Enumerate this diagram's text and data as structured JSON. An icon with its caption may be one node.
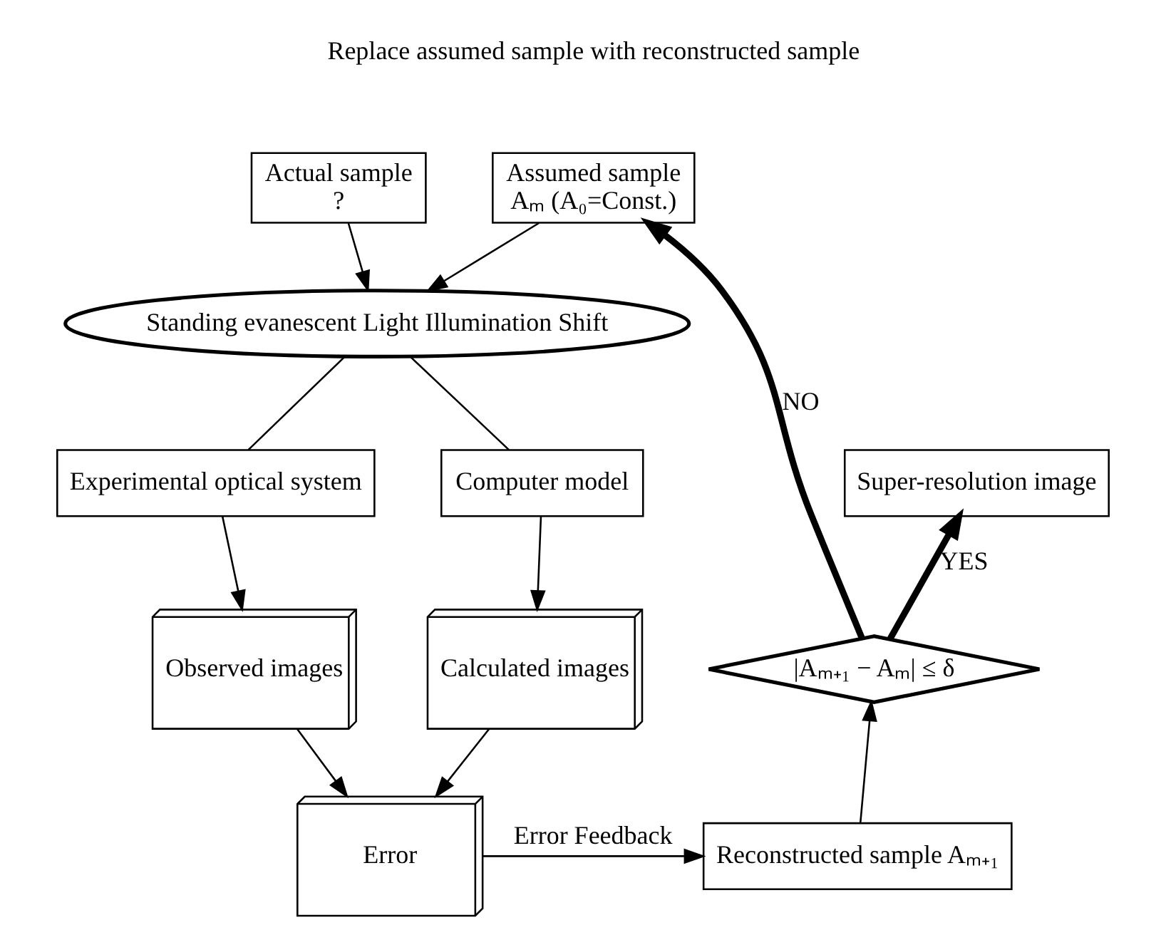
{
  "diagram": {
    "nodes": [
      {
        "text": [
          "Actual sample",
          "?"
        ]
      },
      {
        "text": [
          "Assumed sample",
          "Aₘ (A₀=Const.)"
        ]
      },
      {
        "text": [
          "Standing evanescent Light Illumination Shift"
        ]
      },
      {
        "text": [
          "Experimental optical system"
        ]
      },
      {
        "text": [
          "Computer model"
        ]
      },
      {
        "text": [
          "Observed images"
        ]
      },
      {
        "text": [
          "Calculated images"
        ]
      },
      {
        "text": [
          "Error"
        ]
      },
      {
        "text": [
          "Reconstructed sample Aₘ₊₁"
        ]
      },
      {
        "text": [
          "|Aₘ₊₁ − Aₘ| ≤ δ"
        ]
      },
      {
        "text": [
          "Super-resolution image"
        ]
      }
    ],
    "edges": [
      {
        "from": 0,
        "to": 2,
        "arrow": "to"
      },
      {
        "from": 1,
        "to": 2,
        "arrow": "to"
      },
      {
        "from": 2,
        "to": 3,
        "arrow": "none"
      },
      {
        "from": 2,
        "to": 4,
        "arrow": "none"
      },
      {
        "from": 3,
        "to": 5,
        "arrow": "to"
      },
      {
        "from": 4,
        "to": 6,
        "arrow": "to"
      },
      {
        "from": 5,
        "to": 7,
        "arrow": "to"
      },
      {
        "from": 6,
        "to": 7,
        "arrow": "to"
      },
      {
        "from": 7,
        "to": 8,
        "arrow": "to",
        "label": "Error Feedback"
      },
      {
        "from": 8,
        "to": 9,
        "arrow": "to"
      },
      {
        "from": 9,
        "to": 1,
        "arrow": "to",
        "label": "NO",
        "style": "thick"
      },
      {
        "from": 9,
        "to": 10,
        "arrow": "to",
        "label": "YES",
        "style": "thick"
      }
    ],
    "labels": [
      "Replace assumed sample with reconstructed sample"
    ]
  }
}
